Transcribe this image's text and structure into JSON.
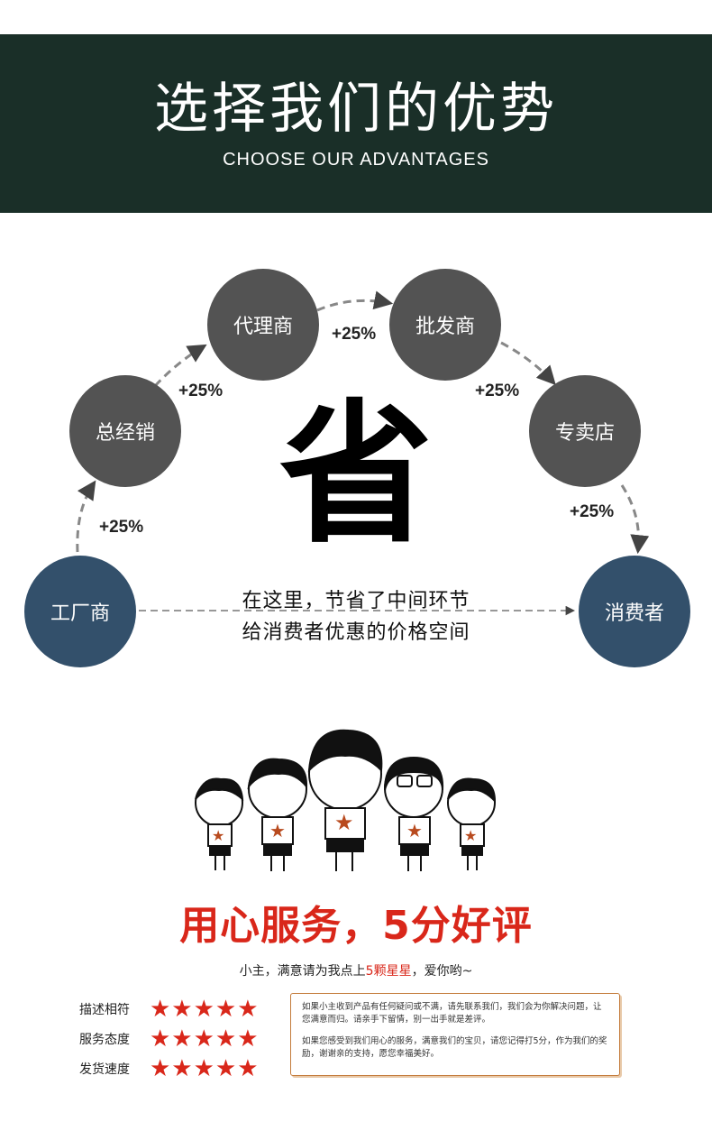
{
  "banner": {
    "title": "选择我们的优势",
    "subtitle": "CHOOSE OUR ADVANTAGES"
  },
  "diagram": {
    "nodes": {
      "factory": "工厂商",
      "distributor": "总经销",
      "agent": "代理商",
      "wholesaler": "批发商",
      "store": "专卖店",
      "consumer": "消费者"
    },
    "markups": [
      "+25%",
      "+25%",
      "+25%",
      "+25%",
      "+25%"
    ],
    "center_char": "省",
    "center_line1": "在这里，节省了中间环节",
    "center_line2": "给消费者优惠的价格空间"
  },
  "service": {
    "slogan": "用心服务，5分好评",
    "sub_prefix": "小主，满意请为我点上",
    "sub_accent": "5颗星星",
    "sub_suffix": "，爱你哟~",
    "ratings": [
      {
        "label": "描述相符",
        "stars": "★★★★★"
      },
      {
        "label": "服务态度",
        "stars": "★★★★★"
      },
      {
        "label": "发货速度",
        "stars": "★★★★★"
      }
    ],
    "notice_p1": "如果小主收到产品有任何疑问或不满，请先联系我们，我们会为你解决问题，让您满意而归。请亲手下留情，别一出手就是差评。",
    "notice_p2": "如果您感受到我们用心的服务，满意我们的宝贝，请您记得打5分，作为我们的奖励，谢谢亲的支持，愿您幸福美好。"
  },
  "colors": {
    "banner_bg": "#1a2f28",
    "node_gray": "#535353",
    "node_blue": "#33506b",
    "accent_red": "#d9271a"
  }
}
